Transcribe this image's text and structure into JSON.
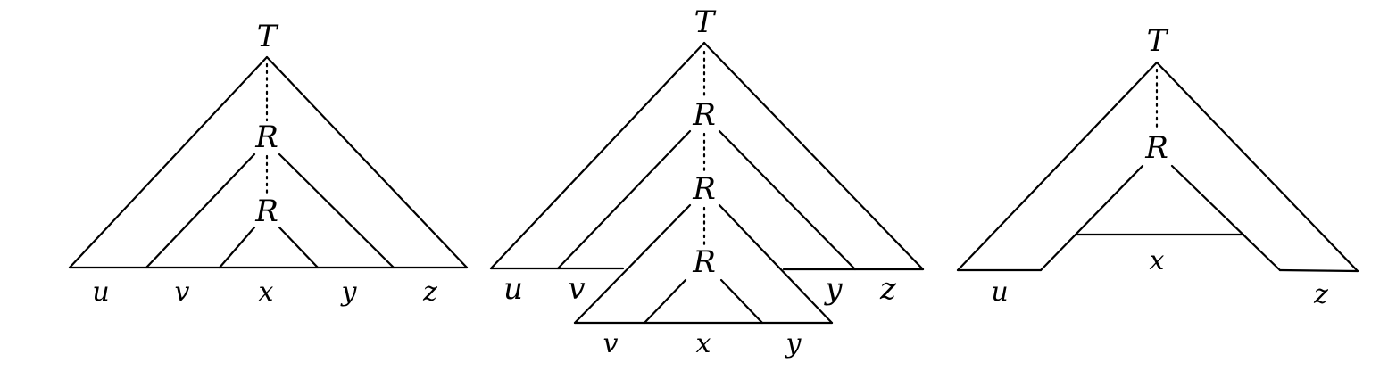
{
  "figure1": {
    "labels": {
      "top": "T",
      "mid": "R",
      "inner": "R"
    },
    "yield": [
      "u",
      "v",
      "x",
      "y",
      "z"
    ]
  },
  "figure2": {
    "labels": {
      "top": "T",
      "mid1": "R",
      "mid2": "R",
      "inner": "R"
    },
    "yield_outer": [
      "u",
      "v",
      "y",
      "z"
    ],
    "yield_inner": [
      "v",
      "x",
      "y"
    ]
  },
  "figure3": {
    "labels": {
      "top": "T",
      "mid": "R"
    },
    "yield": [
      "u",
      "x",
      "z"
    ]
  }
}
